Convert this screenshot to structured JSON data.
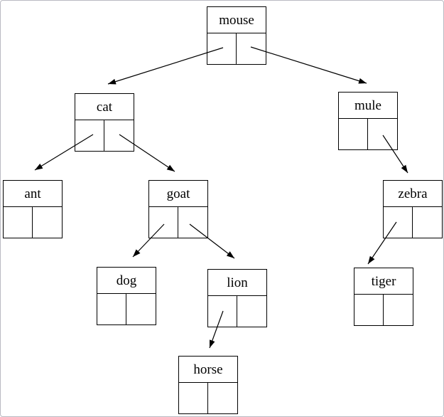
{
  "diagram": {
    "type": "binary-tree",
    "description": "Linked binary tree of animal names; each node box has a label cell on top and left/right pointer cells below, with arrows from pointer cells to child nodes.",
    "colors": {
      "background": "#ffffff",
      "node_border": "#000000",
      "label_text": "#000000",
      "edge_line": "#000000",
      "page_border": "#b9b9c2"
    },
    "nodes": [
      {
        "label": "mouse",
        "left_child": "cat",
        "right_child": "mule"
      },
      {
        "label": "cat",
        "left_child": "ant",
        "right_child": "goat"
      },
      {
        "label": "mule",
        "left_child": null,
        "right_child": "zebra"
      },
      {
        "label": "ant",
        "left_child": null,
        "right_child": null
      },
      {
        "label": "goat",
        "left_child": "dog",
        "right_child": "lion"
      },
      {
        "label": "zebra",
        "left_child": "tiger",
        "right_child": null
      },
      {
        "label": "dog",
        "left_child": null,
        "right_child": null
      },
      {
        "label": "lion",
        "left_child": "horse",
        "right_child": null
      },
      {
        "label": "tiger",
        "left_child": null,
        "right_child": null
      },
      {
        "label": "horse",
        "left_child": null,
        "right_child": null
      }
    ],
    "edges": [
      {
        "from": "mouse",
        "pointer": "left",
        "to": "cat"
      },
      {
        "from": "mouse",
        "pointer": "right",
        "to": "mule"
      },
      {
        "from": "cat",
        "pointer": "left",
        "to": "ant"
      },
      {
        "from": "cat",
        "pointer": "right",
        "to": "goat"
      },
      {
        "from": "mule",
        "pointer": "right",
        "to": "zebra"
      },
      {
        "from": "goat",
        "pointer": "left",
        "to": "dog"
      },
      {
        "from": "goat",
        "pointer": "right",
        "to": "lion"
      },
      {
        "from": "zebra",
        "pointer": "left",
        "to": "tiger"
      },
      {
        "from": "lion",
        "pointer": "left",
        "to": "horse"
      }
    ]
  }
}
